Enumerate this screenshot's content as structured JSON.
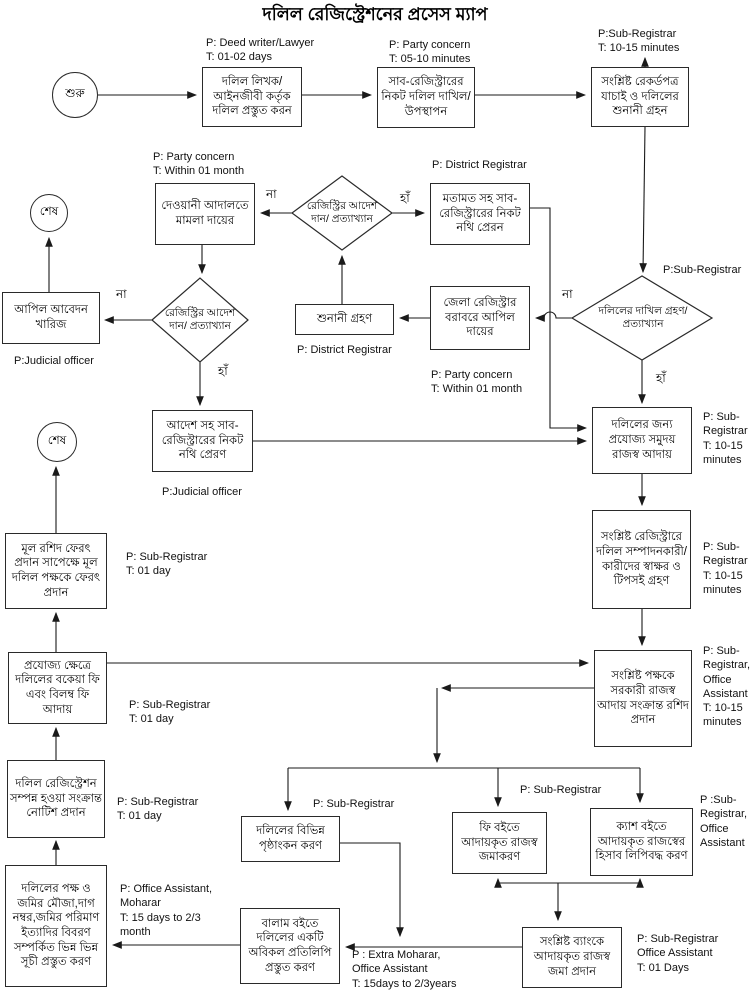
{
  "title": "দলিল রেজিস্ট্রেশনের প্রসেস ম্যাপ",
  "terminals": {
    "start": "শুরু",
    "end": "শেষ"
  },
  "branch": {
    "yes": "হাঁ",
    "no": "না"
  },
  "colors": {
    "background": "#ffffff",
    "line": "#1a1a1a",
    "box_border": "#2a2a2a"
  },
  "nodes": {
    "prepare_deed": {
      "label": "দলিল লিখক/ আইনজীবী কর্তৃক দলিল প্রস্তুত করন",
      "annotation": "P: Deed writer/Lawyer\nT: 01-02 days"
    },
    "submit_deed": {
      "label": "সাব-রেজিস্ট্রারের নিকট দলিল দাখিল/উপস্থাপন",
      "annotation": "P: Party concern\nT: 05-10 minutes"
    },
    "verify_records": {
      "label": "সংশ্লিষ্ট রেকর্ডপত্র যাচাই ও দলিলের শুনানী গ্রহন",
      "annotation": "P:Sub-Registrar\nT: 10-15 minutes"
    },
    "civil_suit": {
      "label": "দেওয়ানী আদালতে মামলা দায়ের",
      "annotation": "P: Party concern\nT: Within 01 month"
    },
    "registry_order1": {
      "label": "রেজিস্ট্রির আদেশ দান/ প্রত্যাখ্যান"
    },
    "opinion_send": {
      "label": "মতামত সহ সাব- রেজিস্ট্রারের নিকট নথি প্রেরন",
      "annotation": "P: District Registrar"
    },
    "appeal_dismiss": {
      "label": "আপিল আবেদন খারিজ",
      "annotation": "P:Judicial officer"
    },
    "registry_order2": {
      "label": "রেজিস্ট্রির আদেশ দান/ প্রত্যাখ্যান"
    },
    "hearing": {
      "label": "শুনানী গ্রহণ",
      "annotation": "P: District Registrar"
    },
    "district_appeal": {
      "label": "জেলা রেজিস্ট্রার বরাবরে আপিল দায়ের",
      "annotation": "P: Party concern\nT: Within 01 month"
    },
    "submission_decision": {
      "label": "দলিলের দাখিল গ্রহণ/প্রত্যাখ্যান",
      "annotation": "P:Sub-Registrar"
    },
    "order_send": {
      "label": "আদেশ সহ সাব- রেজিস্ট্রারের নিকট নথি প্রেরণ",
      "annotation": "P:Judicial officer"
    },
    "revenue_collect": {
      "label": "দলিলের জন্য প্রযোজ্য সমুদয় রাজস্ব আদায়",
      "annotation": "P: Sub-\nRegistrar\nT: 10-15\nminutes"
    },
    "sign_thumb": {
      "label": "সংশ্লিষ্ট রেজিস্ট্রারে দলিল সম্পাদনকারী/ কারীদের স্বাক্ষর ও টিপসই গ্রহণ",
      "annotation": "P: Sub-\nRegistrar\nT: 10-15\nminutes"
    },
    "return_deed": {
      "label": "মূল রশিদ ফেরৎ প্রদান সাপেক্ষে মূল দলিল পক্ষকে ফেরৎ প্রদান",
      "annotation": "P: Sub-Registrar\nT: 01 day"
    },
    "receipt_give": {
      "label": "সংশ্লিষ্ট পক্ষকে সরকারী রাজস্ব আদায় সংক্রান্ত রশিদ প্রদান",
      "annotation": "P: Sub-\nRegistrar,\nOffice\nAssistant\nT: 10-15\nminutes"
    },
    "arrear_fee": {
      "label": "প্রযোজ্য ক্ষেত্রে দলিলের বকেয়া ফি এবং বিলম্ব ফি আদায়",
      "annotation": "P: Sub-Registrar\nT: 01 day"
    },
    "notice_give": {
      "label": "দলিল রেজিস্ট্রেশন সম্পন্ন হওয়া সংক্রান্ত নোটিশ প্রদান",
      "annotation": "P: Sub-Registrar\nT: 01 day"
    },
    "index_prepare": {
      "label": "দলিলের পক্ষ ও জমির মৌজা,দাগ নম্বর,জমির পরিমাণ ইত্যাদির বিবরণ সম্পর্কিত ভিন্ন ভিন্ন সূচী প্রস্তুত করণ",
      "annotation": "P: Office Assistant,\nMoharar\nT: 15 days to 2/3\nmonth"
    },
    "endorse": {
      "label": "দলিলের বিভিন্ন পৃষ্ঠাংকন করণ",
      "annotation": "P: Sub-Registrar"
    },
    "volume_copy": {
      "label": "বালাম বইতে দলিলের একটি অবিকল প্রতিলিপি প্রস্তুত করণ",
      "annotation": "P : Extra Moharar,\nOffice Assistant\nT: 15days to 2/3years"
    },
    "fee_book": {
      "label": "ফি বইতে আদায়কৃত রাজস্ব জমাকরণ",
      "annotation": "P: Sub-Registrar"
    },
    "cash_book": {
      "label": "ক্যাশ বইতে আদায়কৃত রাজস্বের হিসাব লিপিবদ্ধ করণ",
      "annotation": "P :Sub-\nRegistrar,\nOffice\nAssistant"
    },
    "bank_deposit": {
      "label": "সংশ্লিষ্ট ব্যাংকে আদায়কৃত রাজস্ব জমা প্রদান",
      "annotation": "P: Sub-Registrar\nOffice Assistant\nT: 01 Days"
    }
  }
}
